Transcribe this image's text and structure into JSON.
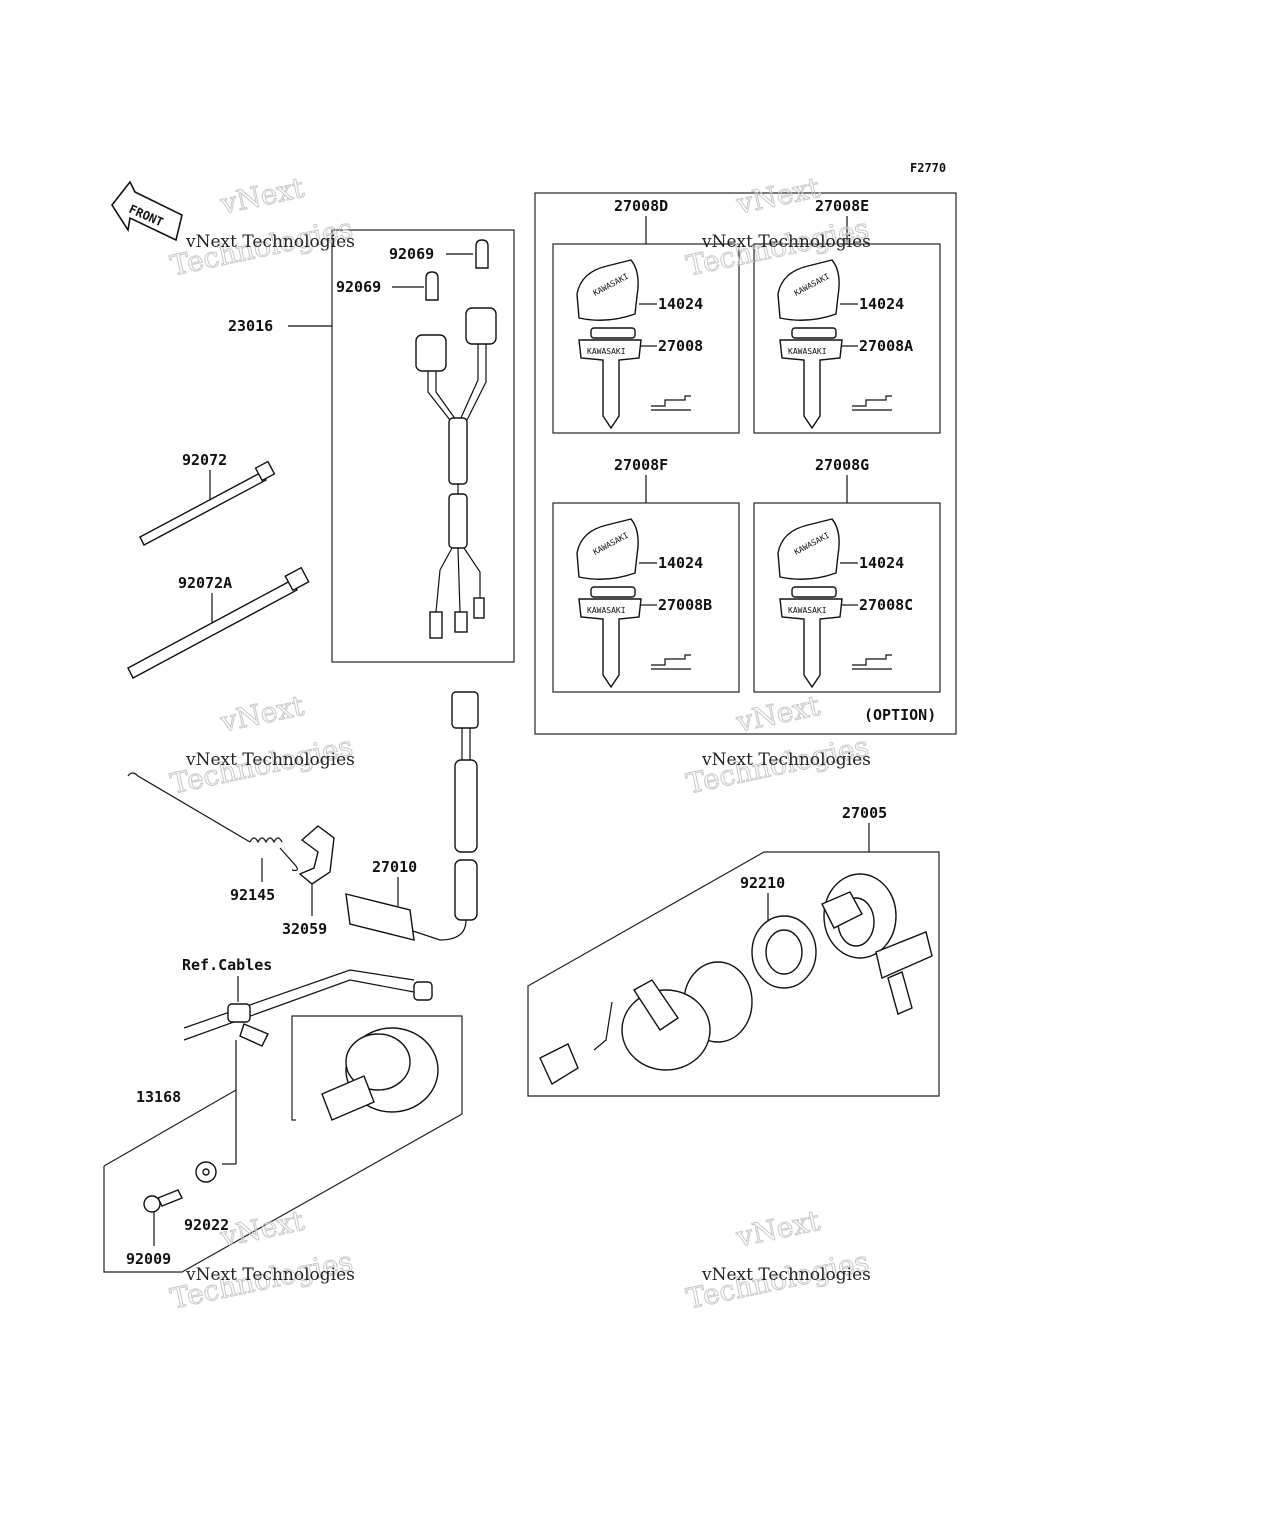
{
  "figure_code": "F2770",
  "front_label": "FRONT",
  "watermark": {
    "line1": "vNext Technologies",
    "line2": "Technologies",
    "line3": "vNext"
  },
  "callouts": {
    "c92069a": "92069",
    "c92069b": "92069",
    "c23016": "23016",
    "c92072": "92072",
    "c92072A": "92072A",
    "c92145": "92145",
    "c32059": "32059",
    "c27010": "27010",
    "refcables": "Ref.Cables",
    "c13168": "13168",
    "c92022": "92022",
    "c92009": "92009",
    "c27005": "27005",
    "c92210": "92210",
    "option": "(OPTION)"
  },
  "key_sets": [
    {
      "set": "27008D",
      "knob": "14024",
      "key": "27008"
    },
    {
      "set": "27008E",
      "knob": "14024",
      "key": "27008A"
    },
    {
      "set": "27008F",
      "knob": "14024",
      "key": "27008B"
    },
    {
      "set": "27008G",
      "knob": "14024",
      "key": "27008C"
    }
  ],
  "key_brand": "KAWASAKI"
}
